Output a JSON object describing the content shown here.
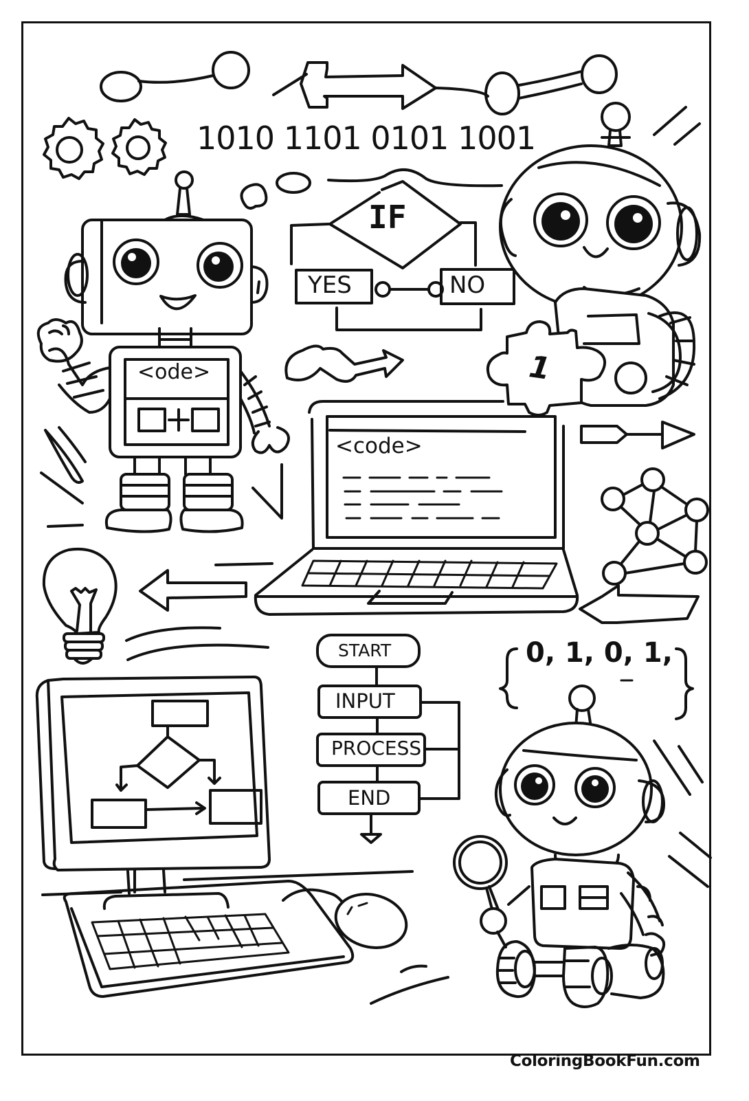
{
  "page": {
    "type": "coloring-page",
    "theme": "coding-for-kids"
  },
  "binary_header": {
    "text": "1010  1101 0101 1001",
    "groups": [
      "1010",
      "1101",
      "0101",
      "1001"
    ]
  },
  "decision_flow": {
    "condition_label": "IF",
    "yes_label": "YES",
    "no_label": "NO"
  },
  "robot_left": {
    "chest_screen_label": "<ode>",
    "chest_panel_symbol": "□+□"
  },
  "robot_top_right": {
    "puzzle_piece_label": "1"
  },
  "laptop": {
    "screen_code_label": "<code>",
    "code_lines": 4
  },
  "flowchart": {
    "steps": [
      {
        "label": "START",
        "shape": "terminal"
      },
      {
        "label": "INPUT",
        "shape": "process"
      },
      {
        "label": "PROCESS",
        "shape": "process"
      },
      {
        "label": "END",
        "shape": "process"
      }
    ]
  },
  "sequence": {
    "text": "0, 1, 0, 1,",
    "open_brace": "{",
    "close_brace": "}"
  },
  "icons": [
    "gear-icon",
    "gear-icon",
    "lightbulb-icon",
    "arrow-left-icon",
    "arrow-right-icon",
    "network-graph-icon",
    "magnifying-glass-icon",
    "computer-monitor-icon",
    "keyboard-icon",
    "mouse-icon",
    "laptop-icon",
    "puzzle-piece-icon"
  ],
  "footer": {
    "brand": "ColoringBookFun.com"
  },
  "colors": {
    "ink": "#111111",
    "paper": "#ffffff"
  }
}
